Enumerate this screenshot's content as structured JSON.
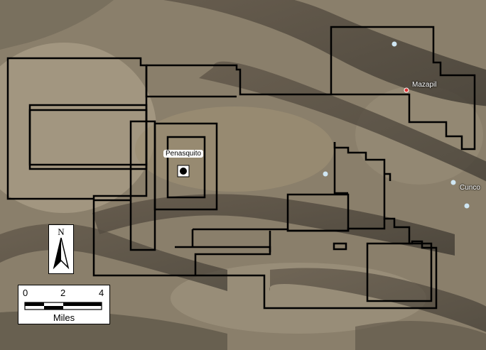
{
  "map": {
    "places": {
      "penasquito": "Penasquito",
      "mazapil": "Mazapil",
      "cuncordia": "Cunco"
    },
    "north_arrow": {
      "label": "N"
    },
    "scale_bar": {
      "ticks": [
        "0",
        "2",
        "4"
      ],
      "units": "Miles"
    }
  }
}
